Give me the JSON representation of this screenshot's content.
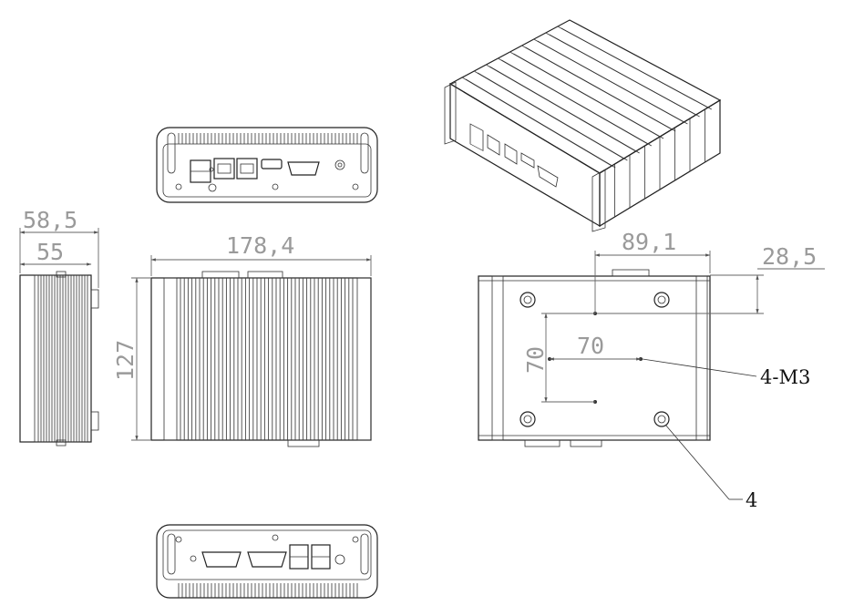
{
  "title": "",
  "views": {
    "front": "front-view",
    "rear": "rear-view",
    "side": "side-view",
    "top": "top-view",
    "bottom": "bottom-view",
    "iso": "isometric-view"
  },
  "dimensions": {
    "side_depth_outer": "58,5",
    "side_depth_inner": "55",
    "top_width": "178,4",
    "top_height": "127",
    "bottom_offset_x": "89,1",
    "bottom_offset_y": "28,5",
    "hole_spacing_x": "70",
    "hole_spacing_y": "70"
  },
  "callouts": {
    "mount_holes": "4-M3",
    "feet": "4"
  }
}
